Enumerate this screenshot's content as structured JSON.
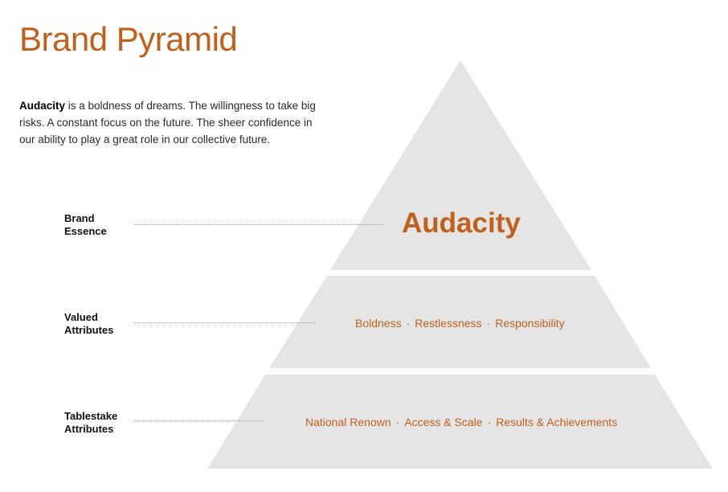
{
  "page": {
    "title": "Brand Pyramid"
  },
  "intro": {
    "highlight": "Audacity",
    "text": " is a boldness of dreams. The willingness to take big risks. A constant focus on the future. The sheer confidence in our ability to play a great role in our collective future."
  },
  "colors": {
    "accent": "#c0601a",
    "tier_fill": "#e5e5e5",
    "text": "#111111"
  },
  "tiers": {
    "essence": {
      "label_line1": "Brand",
      "label_line2": "Essence",
      "value": "Audacity"
    },
    "valued": {
      "label_line1": "Valued",
      "label_line2": "Attributes",
      "items": [
        "Boldness",
        "Restlessness",
        "Responsibility"
      ]
    },
    "tablestake": {
      "label_line1": "Tablestake",
      "label_line2": "Attributes",
      "items": [
        "National Renown",
        "Access & Scale",
        "Results & Achievements"
      ]
    }
  },
  "separator": "·"
}
